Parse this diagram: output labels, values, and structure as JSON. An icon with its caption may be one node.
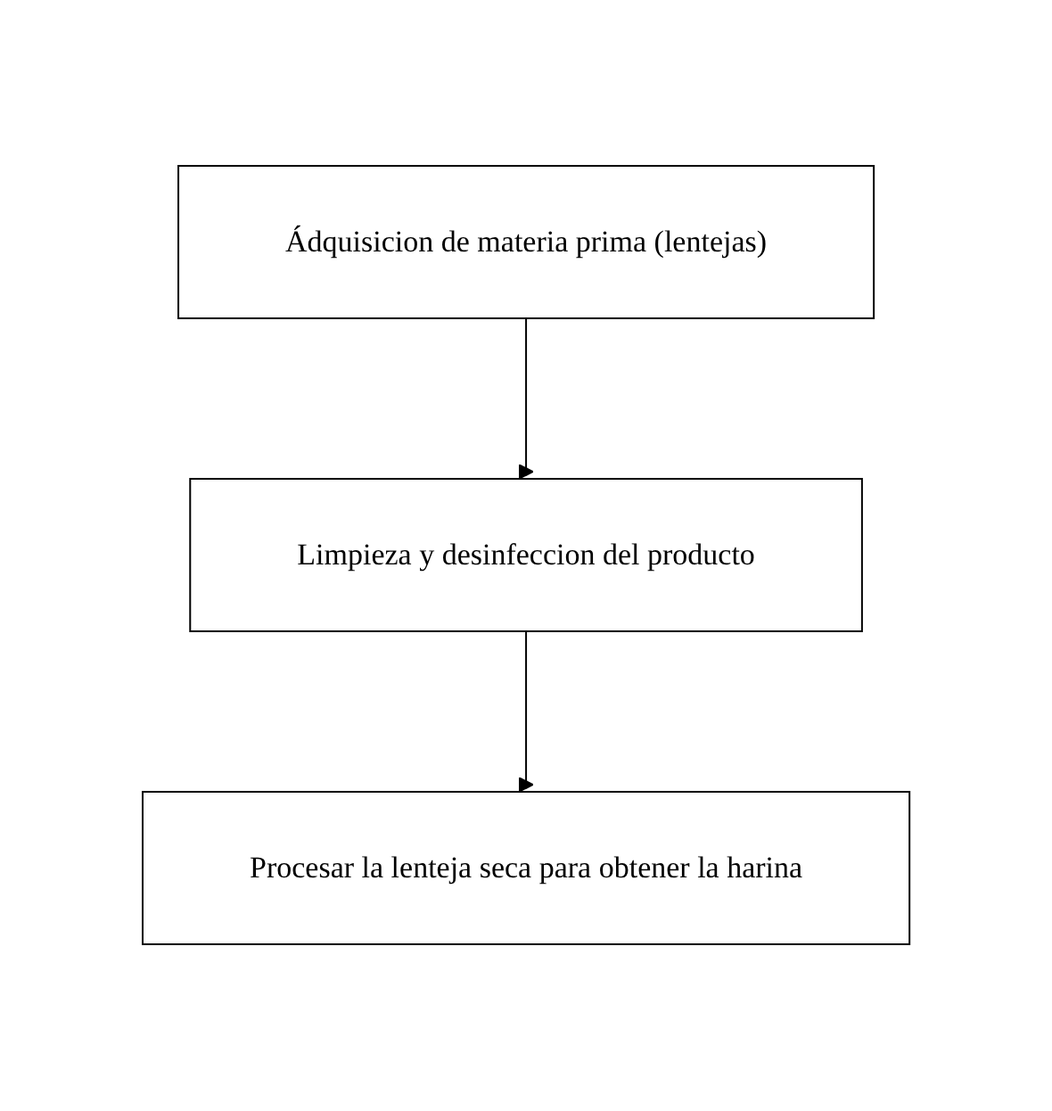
{
  "diagram": {
    "nodes": [
      {
        "text": [
          "Ádquisicion de materia prima (lentejas)"
        ]
      },
      {
        "text": [
          "Limpieza y desinfeccion del producto"
        ]
      },
      {
        "text": [
          "Procesar la lenteja seca para obtener la harina"
        ]
      }
    ],
    "edges": [
      {
        "from": 0,
        "to": 1,
        "arrow": "to"
      },
      {
        "from": 1,
        "to": 2,
        "arrow": "to"
      }
    ]
  }
}
